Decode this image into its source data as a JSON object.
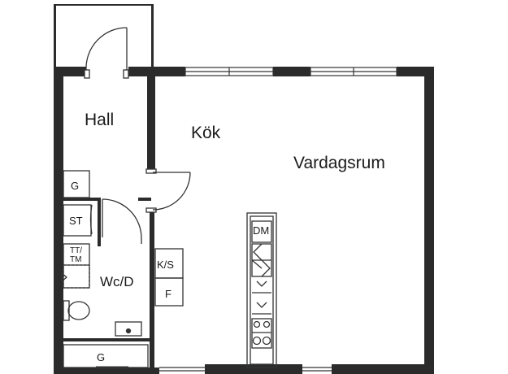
{
  "rooms": {
    "hall": "Hall",
    "kitchen": "Kök",
    "living_room": "Vardagsrum",
    "wc": "Wc/D"
  },
  "fixtures": {
    "wardrobe_upper": "G",
    "storage": "ST",
    "washer_dryer_line1": "TT/",
    "washer_dryer_line2": "TM",
    "fridge_freezer": "K/S",
    "freezer": "F",
    "dishwasher": "DM",
    "wardrobe_lower": "G"
  },
  "colors": {
    "wall": "#2b2b2b",
    "line": "#333333",
    "background": "#ffffff"
  }
}
